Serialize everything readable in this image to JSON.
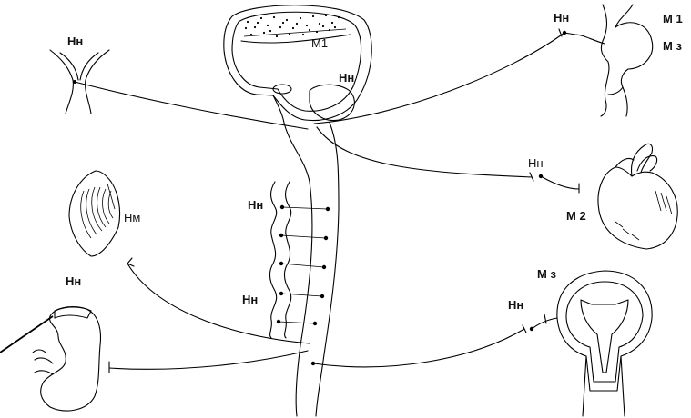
{
  "labels": {
    "eye_receptor": "Нн",
    "brain_m1": "М1",
    "brain_nn": "Нн",
    "mouth_receptor": "Нн",
    "mouth_m1": "М 1",
    "mouth_m3": "М з",
    "heart_receptor": "Нн",
    "heart_m2": "М 2",
    "skin_nm": "Нм",
    "chain_upper": "Нн",
    "chain_lower": "Нн",
    "kidney_receptor": "Нн",
    "bladder_m3": "М з",
    "bladder_receptor": "Нн"
  }
}
